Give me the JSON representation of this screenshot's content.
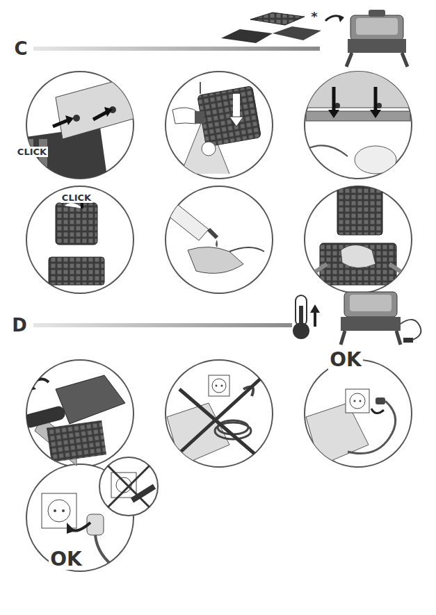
{
  "diagram": {
    "labels": [
      "C",
      "*",
      "CLICK",
      "CLICK",
      "D",
      "OK",
      "OK"
    ]
  }
}
